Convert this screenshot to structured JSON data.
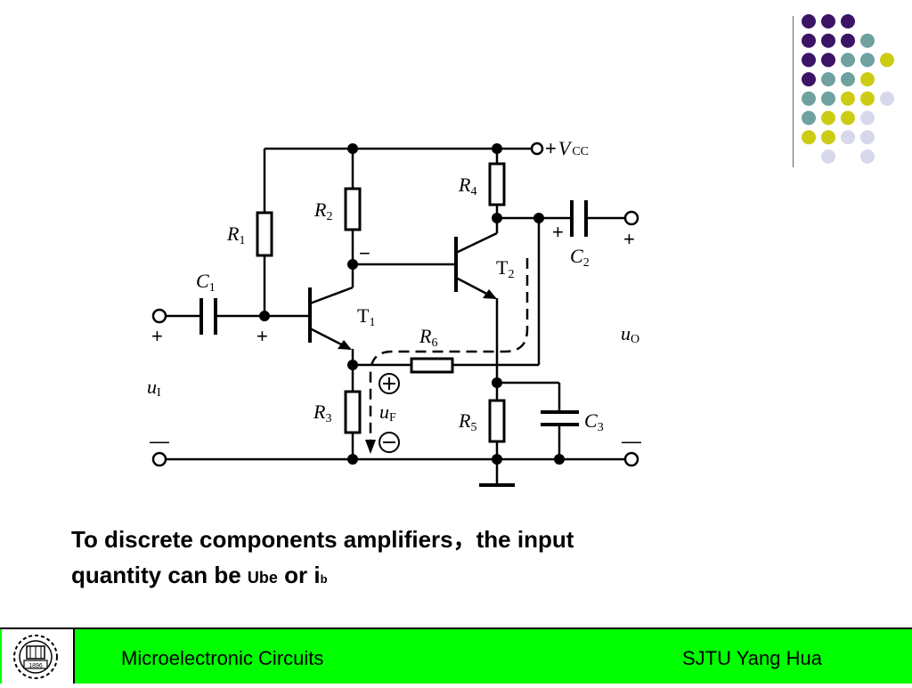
{
  "diagram": {
    "supply": {
      "sign": "+",
      "symbol": "V",
      "subscript": "CC"
    },
    "resistors": [
      {
        "name": "R",
        "sub": "1"
      },
      {
        "name": "R",
        "sub": "2"
      },
      {
        "name": "R",
        "sub": "3"
      },
      {
        "name": "R",
        "sub": "4"
      },
      {
        "name": "R",
        "sub": "5"
      },
      {
        "name": "R",
        "sub": "6"
      }
    ],
    "capacitors": [
      {
        "name": "C",
        "sub": "1"
      },
      {
        "name": "C",
        "sub": "2"
      },
      {
        "name": "C",
        "sub": "3"
      }
    ],
    "transistors": [
      {
        "name": "T",
        "sub": "1"
      },
      {
        "name": "T",
        "sub": "2"
      }
    ],
    "input": {
      "symbol": "u",
      "sub": "I",
      "plus": "+",
      "minus": "—"
    },
    "output": {
      "symbol": "u",
      "sub": "O",
      "plus": "+",
      "minus": "—"
    },
    "feedback": {
      "symbol": "u",
      "sub": "F",
      "plus": "⊕",
      "minus": "⊖"
    },
    "polarity": {
      "c1_plus": "+",
      "base_plus": "+",
      "t1_collector": "−",
      "c2_plus": "+"
    }
  },
  "caption": {
    "line1": "To discrete components amplifiers，the input",
    "line2_prefix": "quantity can be ",
    "ube": "Ube",
    "or": " or i",
    "b_sub": "b"
  },
  "footer": {
    "course": "Microelectronic Circuits",
    "author": "SJTU  Yang Hua",
    "logo_text": "1896"
  },
  "colors": {
    "footer_bg": "#00ff00",
    "dot_purple": "#3b1466",
    "dot_teal": "#6fa1a0",
    "dot_yellow": "#cccc14",
    "dot_lavender": "#d8d8ec"
  }
}
